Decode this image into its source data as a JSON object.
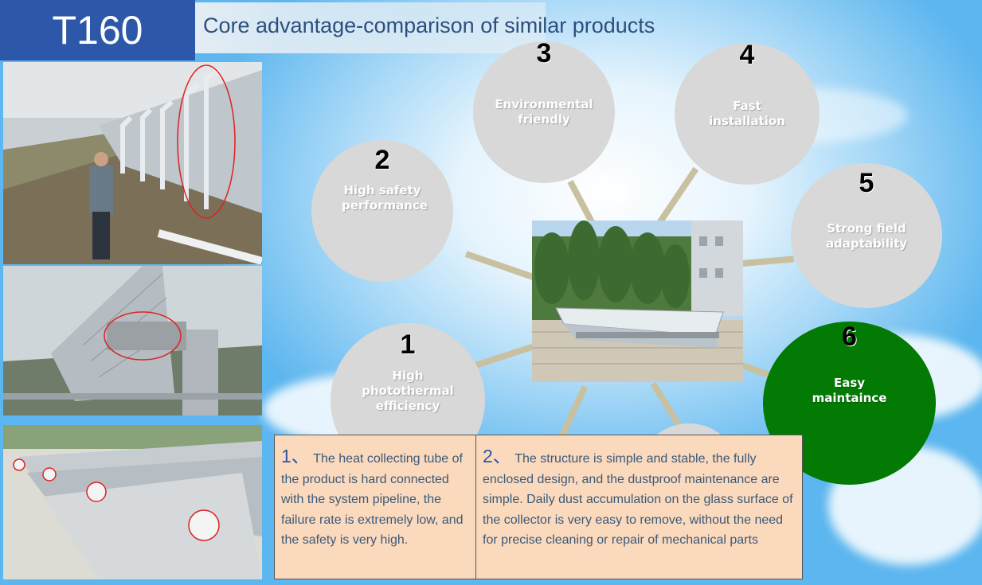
{
  "header": {
    "product": "T160",
    "subtitle": "Core advantage-comparison of similar products"
  },
  "advantages": [
    {
      "num": "1",
      "label": "High photothermal efficiency",
      "color": "#d8d8d8"
    },
    {
      "num": "2",
      "label": "High safety performance",
      "color": "#d8d8d8"
    },
    {
      "num": "3",
      "label": "Environmental friendly",
      "color": "#d8d8d8"
    },
    {
      "num": "4",
      "label": "Fast installation",
      "color": "#d8d8d8"
    },
    {
      "num": "5",
      "label": "Strong field adaptability",
      "color": "#d8d8d8"
    },
    {
      "num": "6",
      "label": "Easy maintaince",
      "color": "#037a03"
    }
  ],
  "notes": [
    {
      "num": "1、",
      "text": "The heat collecting tube of the product is hard connected with the system pipeline, the failure rate is extremely low, and the safety is very high."
    },
    {
      "num": "2、",
      "text": "The structure is simple and stable, the fully enclosed design, and the dustproof maintenance are simple. Daily dust accumulation on the glass surface of the collector is very easy to remove, without the need for precise cleaning or repair of mechanical parts"
    }
  ]
}
